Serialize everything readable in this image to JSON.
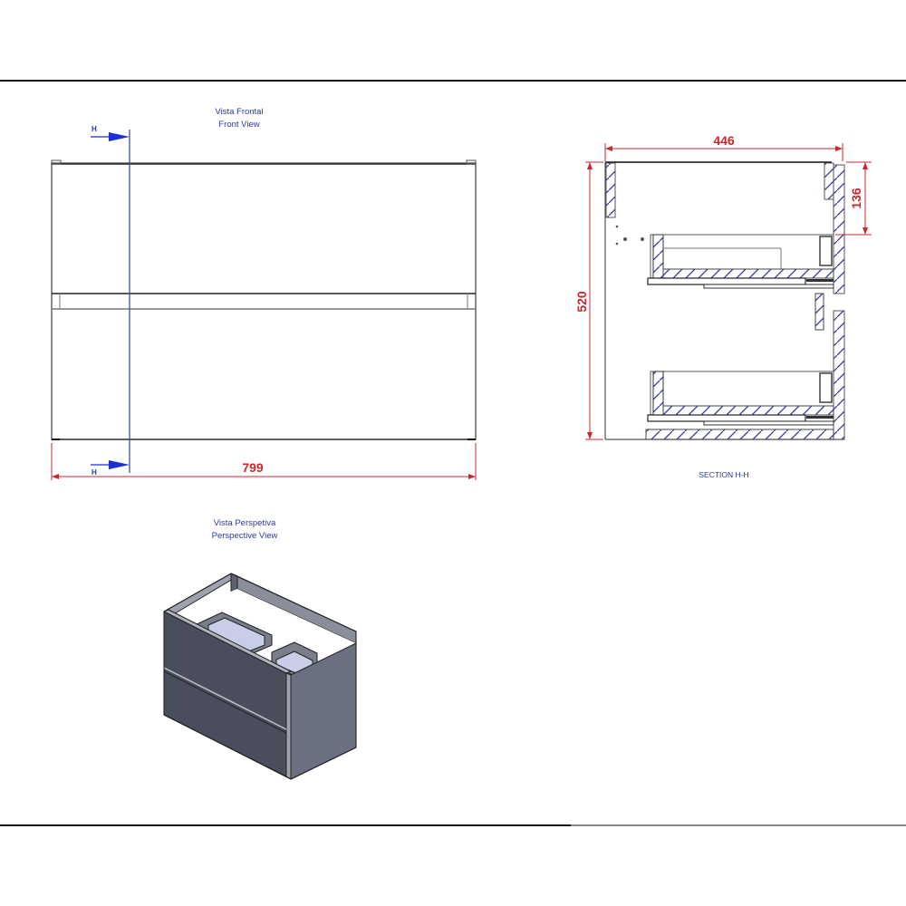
{
  "sheet": {
    "front_view": {
      "title_es": "Vista Frontal",
      "title_en": "Front View",
      "width_dimension": "799",
      "section_marker_top": "H",
      "section_marker_bottom": "H"
    },
    "section_view": {
      "title": "SECTION H-H",
      "depth_dimension": "446",
      "height_dimension": "520",
      "top_drawer_dimension": "136"
    },
    "perspective_view": {
      "title_es": "Vista Perspetiva",
      "title_en": "Perspective View"
    },
    "colors": {
      "dimension": "#c8282e",
      "label": "#2a3aa8",
      "section_line": "#1a2fd6",
      "hatch": "#2a2fa8",
      "cabinet_front": "#4a4e5c",
      "cabinet_side": "#6b7080",
      "drawer_inner": "#c8cde8"
    }
  }
}
